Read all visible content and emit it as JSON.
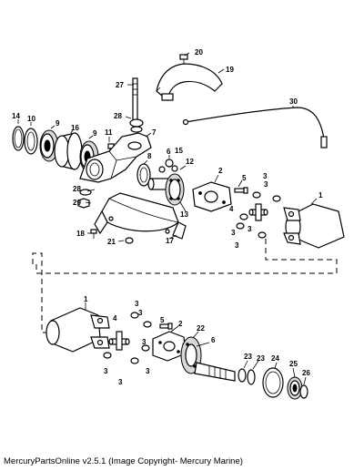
{
  "caption": "MercuryPartsOnline v2.5.1 (Image Copyright- Mercury Marine)",
  "callouts": {
    "c1a": "1",
    "c1b": "1",
    "c2a": "2",
    "c2b": "2",
    "c3a": "3",
    "c3b": "3",
    "c3c": "3",
    "c3d": "3",
    "c3e": "3",
    "c3f": "3",
    "c3g": "3",
    "c3h": "3",
    "c3i": "3",
    "c3j": "3",
    "c3k": "3",
    "c4a": "4",
    "c4b": "4",
    "c5a": "5",
    "c5b": "5",
    "c6a": "6",
    "c6b": "6",
    "c7": "7",
    "c8": "8",
    "c9a": "9",
    "c9b": "9",
    "c10": "10",
    "c11": "11",
    "c12": "12",
    "c13": "13",
    "c14": "14",
    "c15": "15",
    "c16": "16",
    "c17": "17",
    "c18": "18",
    "c19": "19",
    "c20": "20",
    "c21": "21",
    "c22": "22",
    "c23a": "23",
    "c23b": "23",
    "c24": "24",
    "c25": "25",
    "c26": "26",
    "c27": "27",
    "c28a": "28",
    "c28b": "28",
    "c29": "29",
    "c30": "30"
  }
}
